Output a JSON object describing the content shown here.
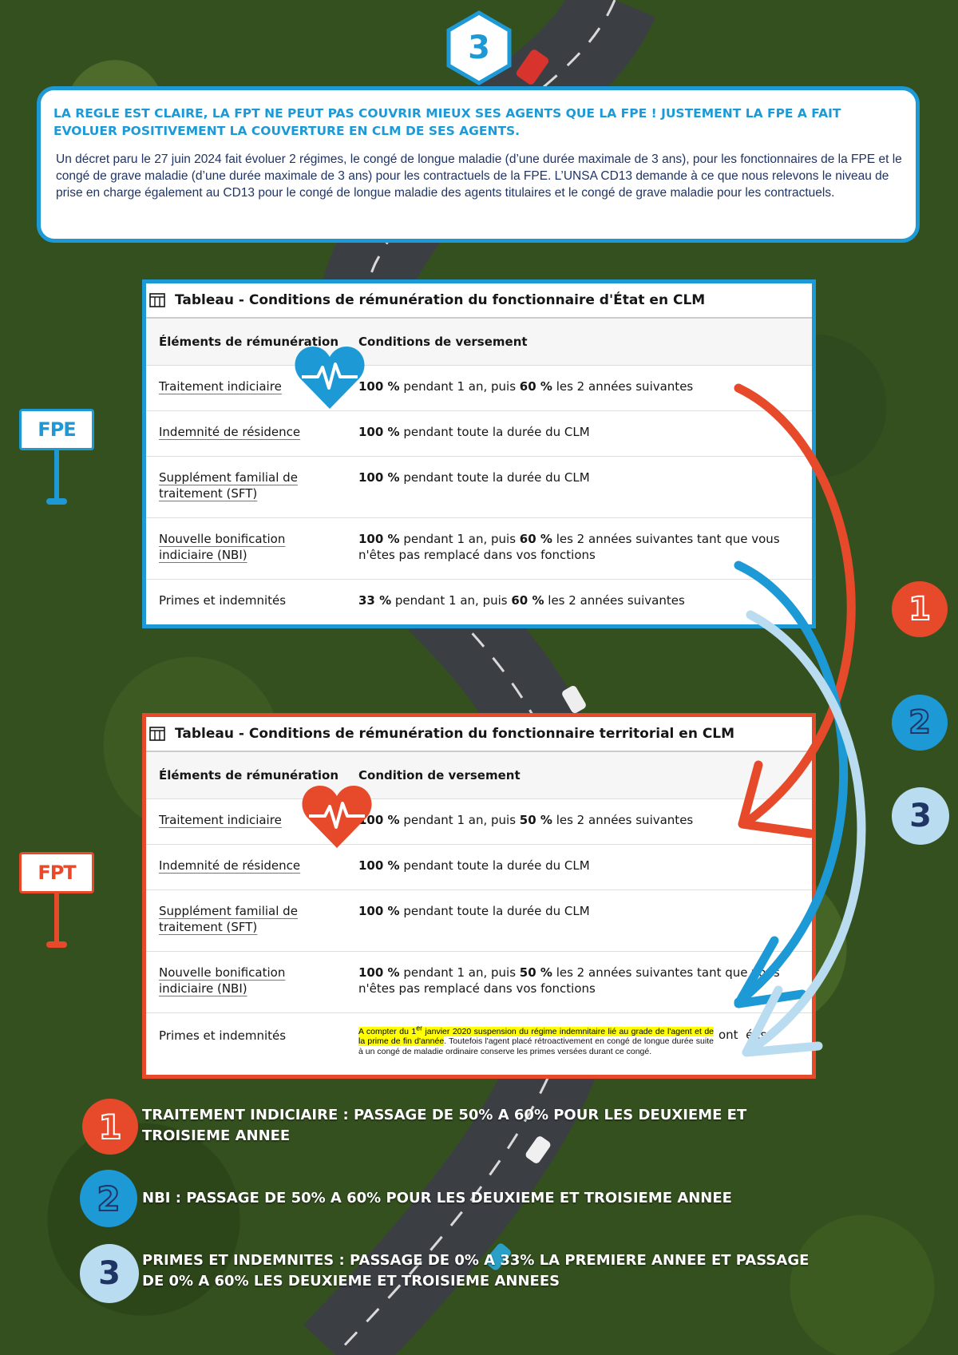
{
  "badge": {
    "number": "3"
  },
  "intro": {
    "title": "LA REGLE EST CLAIRE, LA FPT NE PEUT PAS COUVRIR MIEUX SES AGENTS QUE LA FPE ! JUSTEMENT LA FPE A FAIT EVOLUER POSITIVEMENT LA COUVERTURE EN CLM DE SES AGENTS.",
    "body": "Un décret paru le 27 juin 2024 fait évoluer 2 régimes, le congé de longue maladie (d’une durée maximale de 3 ans), pour les fonctionnaires de la FPE et le congé de grave maladie (d’une durée maximale de 3 ans) pour les contractuels de la FPE. L’UNSA CD13 demande à ce que nous relevons le niveau de prise en charge également au CD13 pour le congé de longue maladie des agents titulaires et le congé de grave maladie pour les contractuels."
  },
  "signs": {
    "fpe": "FPE",
    "fpt": "FPT"
  },
  "table_fpe": {
    "title": "Tableau - Conditions de rémunération du fonctionnaire d'État en CLM",
    "col1": "Éléments de rémunération",
    "col2": "Conditions de versement",
    "rows": [
      {
        "element": "Traitement indiciaire",
        "p1": "100 %",
        "t1": " pendant 1 an, puis ",
        "p2": "60 %",
        "t2": " les 2 années suivantes"
      },
      {
        "element": "Indemnité de résidence",
        "p1": "100 %",
        "t1": " pendant toute la durée du CLM"
      },
      {
        "element": "Supplément familial de traitement (SFT)",
        "p1": "100 %",
        "t1": " pendant toute la durée du CLM"
      },
      {
        "element": "Nouvelle bonification indiciaire (NBI)",
        "p1": "100 %",
        "t1": " pendant 1 an, puis ",
        "p2": "60 %",
        "t2": " les 2 années suivantes tant que vous n'êtes pas remplacé dans vos fonctions"
      },
      {
        "element": "Primes et indemnités",
        "p1": "33 %",
        "t1": " pendant 1 an, puis ",
        "p2": "60 %",
        "t2": " les 2 années suivantes"
      }
    ]
  },
  "table_fpt": {
    "title": "Tableau - Conditions de rémunération du fonctionnaire territorial en CLM",
    "col1": "Éléments de rémunération",
    "col2": "Condition de versement",
    "rows": [
      {
        "element": "Traitement indiciaire",
        "p1": "100 %",
        "t1": " pendant 1 an, puis ",
        "p2": "50 %",
        "t2": " les 2 années suivantes"
      },
      {
        "element": "Indemnité de résidence",
        "p1": "100 %",
        "t1": " pendant toute la durée du CLM"
      },
      {
        "element": "Supplément familial de traitement (SFT)",
        "p1": "100 %",
        "t1": " pendant toute la durée du CLM"
      },
      {
        "element": "Nouvelle bonification indiciaire (NBI)",
        "p1": "100 %",
        "t1": " pendant 1 an, puis ",
        "p2": "50 %",
        "t2": " les 2 années suivantes tant que vous n'êtes pas remplacé dans vos fonctions"
      },
      {
        "element": "Primes et indemnités"
      }
    ],
    "note_highlight_a": "A compter du 1",
    "note_sup": "er",
    "note_highlight_b": " janvier 2020 suspension du régime indemnitaire lié au grade de l'agent et de la prime de fin d'année",
    "note_rest": ". Toutefois l'agent placé rétroactivement en congé de longue durée suite à un congé de maladie ordinaire conserve les primes versées durant ce congé.",
    "note_trailing": "ont  ées"
  },
  "markers": [
    "1",
    "2",
    "3"
  ],
  "legend": [
    {
      "num": "1",
      "text": "TRAITEMENT INDICIAIRE : PASSAGE DE 50% A 60% POUR LES DEUXIEME ET TROISIEME ANNEE"
    },
    {
      "num": "2",
      "text": "NBI : PASSAGE DE 50% A 60% POUR LES DEUXIEME ET TROISIEME ANNEE"
    },
    {
      "num": "3",
      "text": "PRIMES ET INDEMNITES : PASSAGE DE 0% A 33% LA PREMIERE ANNEE ET PASSAGE DE 0% A 60% LES DEUXIEME ET TROISIEME ANNEES"
    }
  ],
  "colors": {
    "blue": "#1d9ad6",
    "red": "#e64a2b",
    "light_blue": "#b9dcf0",
    "navy": "#1f3564"
  }
}
